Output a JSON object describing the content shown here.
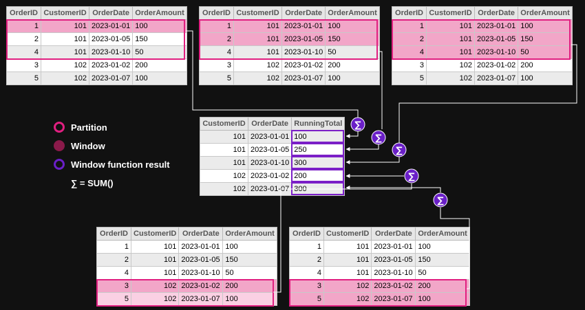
{
  "orders_table": {
    "headers": [
      "OrderID",
      "CustomerID",
      "OrderDate",
      "OrderAmount"
    ]
  },
  "top_tables": {
    "rows": [
      [
        "1",
        "101",
        "2023-01-01",
        "100"
      ],
      [
        "2",
        "101",
        "2023-01-05",
        "150"
      ],
      [
        "4",
        "101",
        "2023-01-10",
        "50"
      ],
      [
        "3",
        "102",
        "2023-01-02",
        "200"
      ],
      [
        "5",
        "102",
        "2023-01-07",
        "100"
      ]
    ]
  },
  "bottom_tables": {
    "rows": [
      [
        "1",
        "101",
        "2023-01-01",
        "100"
      ],
      [
        "2",
        "101",
        "2023-01-05",
        "150"
      ],
      [
        "4",
        "101",
        "2023-01-10",
        "50"
      ],
      [
        "3",
        "102",
        "2023-01-02",
        "200"
      ],
      [
        "5",
        "102",
        "2023-01-07",
        "100"
      ]
    ]
  },
  "result_table": {
    "headers": [
      "CustomerID",
      "OrderDate",
      "RunningTotal"
    ],
    "rows": [
      [
        "101",
        "2023-01-01",
        "100"
      ],
      [
        "101",
        "2023-01-05",
        "250"
      ],
      [
        "101",
        "2023-01-10",
        "300"
      ],
      [
        "102",
        "2023-01-02",
        "200"
      ],
      [
        "102",
        "2023-01-07",
        "300"
      ]
    ]
  },
  "legend": {
    "partition": "Partition",
    "window": "Window",
    "result": "Window function result",
    "sum_note": "∑ = SUM()"
  },
  "sigma_symbol": "∑",
  "colors": {
    "partition_border": "#e01f80",
    "partition_fill": "#fad0e3",
    "window_fill": "#f2a6c8",
    "result_border": "#7b1fc7",
    "sigma_fill": "#6a1fc7",
    "background": "#111111"
  }
}
